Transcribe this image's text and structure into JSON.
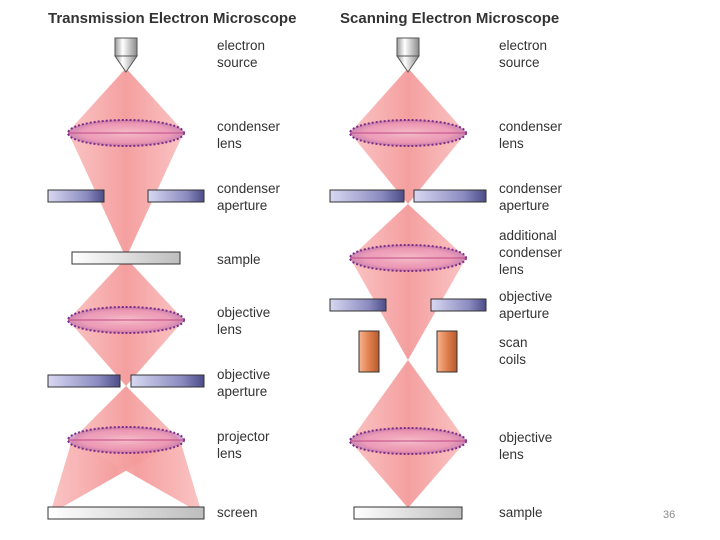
{
  "tem": {
    "title": "Transmission Electron Microscope",
    "labels": {
      "source": [
        "electron",
        "source"
      ],
      "condenser_lens": [
        "condenser",
        "lens"
      ],
      "condenser_aperture": [
        "condenser",
        "aperture"
      ],
      "sample": [
        "sample"
      ],
      "objective_lens": [
        "objective",
        "lens"
      ],
      "objective_aperture": [
        "objective",
        "aperture"
      ],
      "projector_lens": [
        "projector",
        "lens"
      ],
      "screen": [
        "screen"
      ]
    }
  },
  "sem": {
    "title": "Scanning Electron Microscope",
    "labels": {
      "source": [
        "electron",
        "source"
      ],
      "condenser_lens": [
        "condenser",
        "lens"
      ],
      "condenser_aperture": [
        "condenser",
        "aperture"
      ],
      "additional_lens": [
        "additional",
        "condenser",
        "lens"
      ],
      "objective_aperture": [
        "objective",
        "aperture"
      ],
      "scan_coils": [
        "scan",
        "coils"
      ],
      "objective_lens": [
        "objective",
        "lens"
      ],
      "sample": [
        "sample"
      ]
    }
  },
  "page_number": "36",
  "colors": {
    "beam": "#f7a3a3",
    "lens": "#7b2d8a",
    "aperture": "#7474a8",
    "coil": "#e0885a",
    "plate": "#e6e6e6"
  }
}
